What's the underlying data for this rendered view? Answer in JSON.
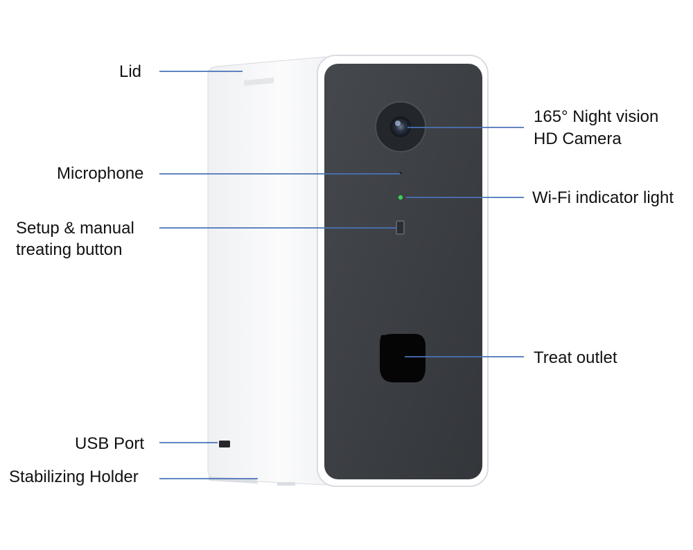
{
  "labels": {
    "lid": "Lid",
    "microphone": "Microphone",
    "setup_button_line1": "Setup & manual",
    "setup_button_line2": "treating button",
    "usb_port": "USB Port",
    "stabilizing_holder": "Stabilizing Holder",
    "camera_line1": "165° Night vision",
    "camera_line2": "HD Camera",
    "wifi_light": "Wi-Fi indicator light",
    "treat_outlet": "Treat outlet"
  },
  "colors": {
    "leader_line": "#4a72b8",
    "device_body": "#f7f8fa",
    "front_panel": "#3a3d42",
    "wifi_led": "#3ccf5a"
  }
}
